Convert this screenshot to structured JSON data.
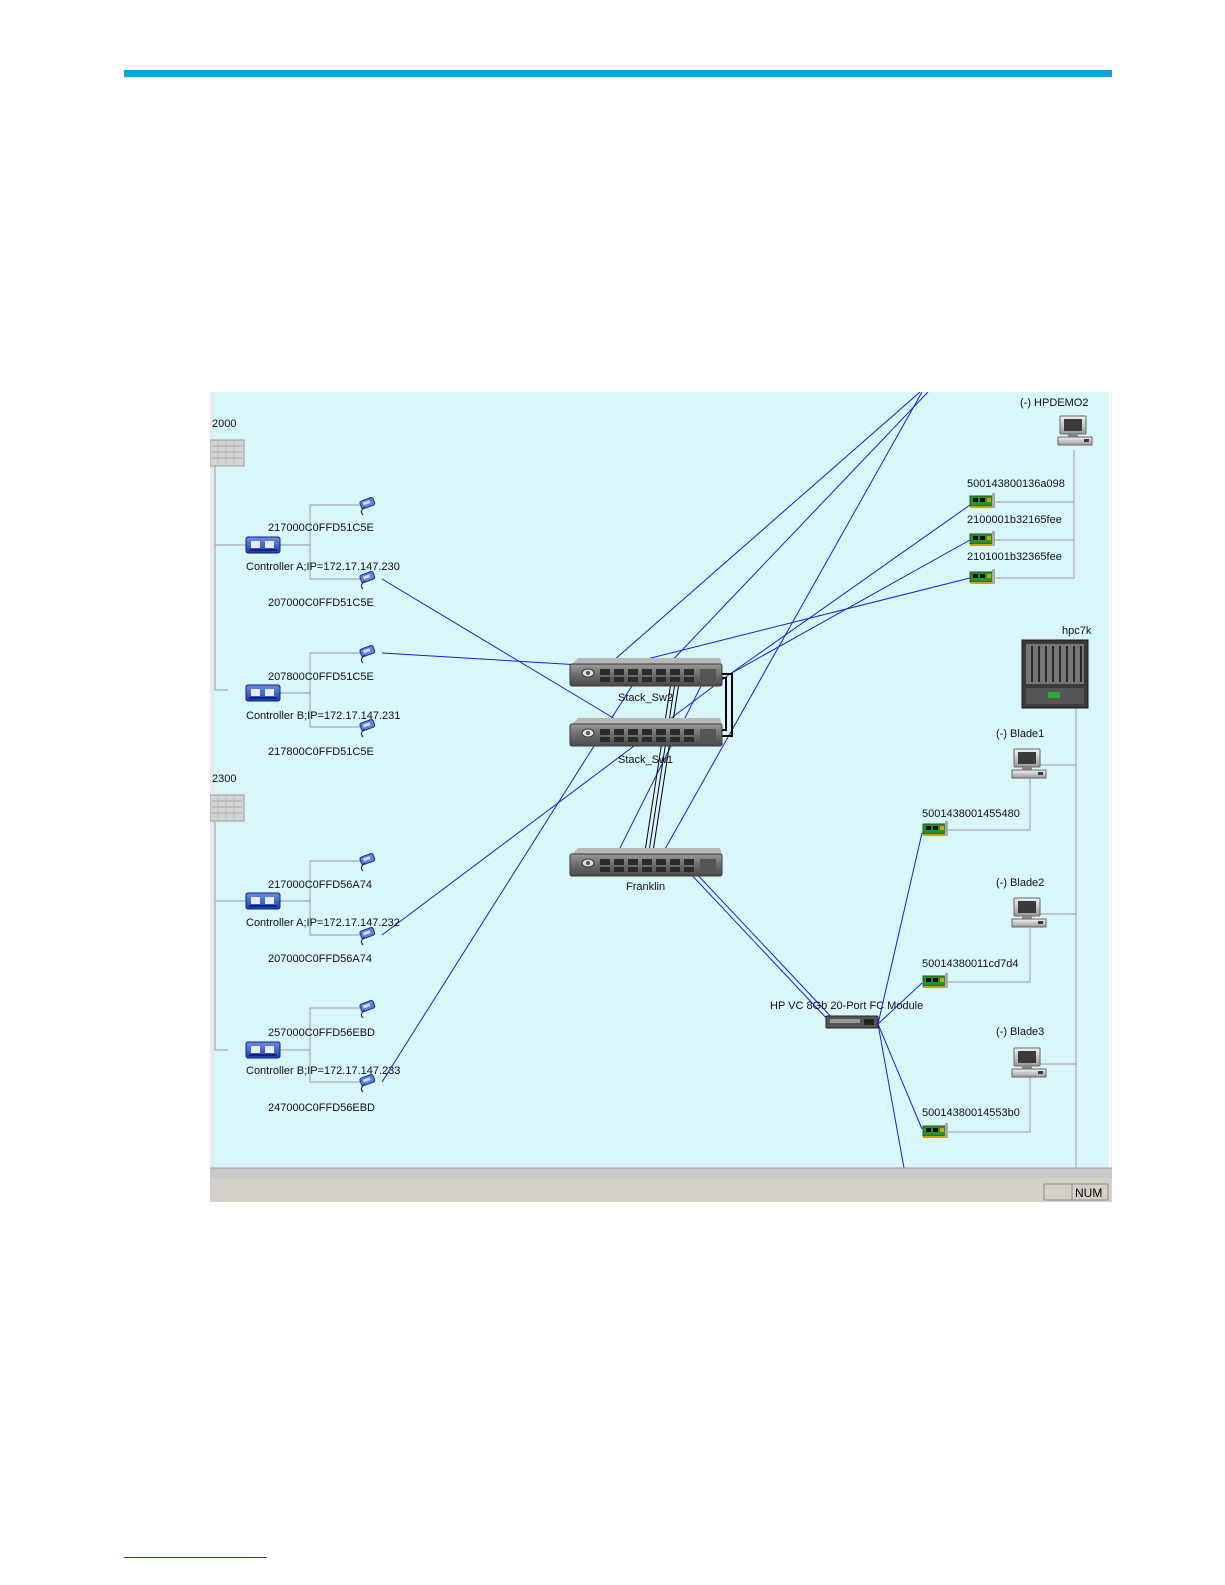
{
  "colors": {
    "accent_rule": "#10a3dd",
    "canvas_bg": "#d9f7fb",
    "fc_link": "#1c1ce0",
    "isl_link": "#000000",
    "tree_line": "#9a9a9a"
  },
  "icons": {
    "array": "storage-array-icon",
    "controller": "controller-icon",
    "port": "fc-port-icon",
    "switch": "fc-switch-icon",
    "host": "host-computer-icon",
    "hba": "hba-card-icon",
    "enclosure": "blade-enclosure-icon",
    "vc_module": "vc-module-icon"
  },
  "storage": {
    "array1": {
      "name": "2000",
      "controller_a": {
        "label": "Controller A;IP=172.17.147.230",
        "port1": "217000C0FFD51C5E",
        "port2": "207000C0FFD51C5E"
      },
      "controller_b": {
        "label": "Controller B;IP=172.17.147.231",
        "port1": "207800C0FFD51C5E",
        "port2": "217800C0FFD51C5E"
      }
    },
    "array2": {
      "name": "2300",
      "controller_a": {
        "label": "Controller A;IP=172.17.147.232",
        "port1": "217000C0FFD56A74",
        "port2": "207000C0FFD56A74"
      },
      "controller_b": {
        "label": "Controller B;IP=172.17.147.233",
        "port1": "257000C0FFD56EBD",
        "port2": "247000C0FFD56EBD"
      }
    }
  },
  "switches": {
    "sw2": "Stack_Sw2",
    "sw1": "Stack_Sw1",
    "franklin": "Franklin"
  },
  "hosts": {
    "hpdemo2": {
      "label": "(-) HPDEMO2",
      "hba1": "500143800136a098",
      "hba2": "2100001b32165fee",
      "hba3": "2101001b32365fee"
    },
    "enclosure": {
      "label": "hpc7k",
      "vc_module": "HP VC 8Gb 20-Port FC Module",
      "blade1": {
        "label": "(-) Blade1",
        "hba": "5001438001455480"
      },
      "blade2": {
        "label": "(-) Blade2",
        "hba": "50014380011cd7d4"
      },
      "blade3": {
        "label": "(-) Blade3",
        "hba": "50014380014553b0"
      }
    }
  },
  "statusbar": {
    "num": "NUM"
  }
}
